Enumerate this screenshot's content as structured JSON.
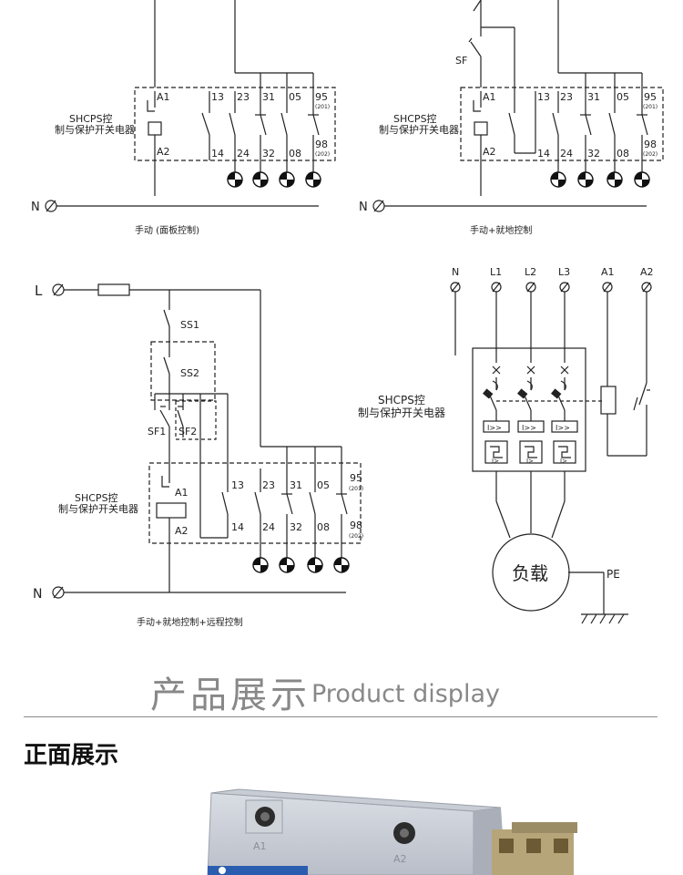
{
  "diagram1": {
    "device_label_1": "SHCPS控",
    "device_label_2": "制与保护开关电器",
    "terminal_a1": "A1",
    "terminal_a2": "A2",
    "contacts_top": [
      "13",
      "23",
      "31",
      "05",
      "95"
    ],
    "contacts_bottom": [
      "14",
      "24",
      "32",
      "08",
      "98"
    ],
    "sub_95": "(201)",
    "sub_98": "(202)",
    "neutral": "N",
    "caption": "手动  (面板控制)"
  },
  "diagram2": {
    "sf_label": "SF",
    "device_label_1": "SHCPS控",
    "device_label_2": "制与保护开关电器",
    "terminal_a1": "A1",
    "terminal_a2": "A2",
    "contacts_top": [
      "13",
      "23",
      "31",
      "05",
      "95"
    ],
    "contacts_bottom": [
      "14",
      "24",
      "32",
      "08",
      "98"
    ],
    "sub_95": "(201)",
    "sub_98": "(202)",
    "neutral": "N",
    "caption": "手动+就地控制"
  },
  "diagram3": {
    "line": "L",
    "ss1": "SS1",
    "ss2": "SS2",
    "sf1": "SF1",
    "sf2": "SF2",
    "device_label_1": "SHCPS控",
    "device_label_2": "制与保护开关电器",
    "terminal_a1": "A1",
    "terminal_a2": "A2",
    "contacts_top": [
      "13",
      "23",
      "31",
      "05",
      "95"
    ],
    "contacts_bottom": [
      "14",
      "24",
      "32",
      "08",
      "98"
    ],
    "sub_95": "(201)",
    "sub_98": "(202)",
    "neutral": "N",
    "caption": "手动+就地控制+远程控制"
  },
  "diagram4": {
    "terminals": [
      "N",
      "L1",
      "L2",
      "L3",
      "A1",
      "A2"
    ],
    "device_label_1": "SHCPS控",
    "device_label_2": "制与保护开关电器",
    "trip_label": "I>>",
    "overload_label": "I>",
    "load_label": "负载",
    "pe_label": "PE"
  },
  "section": {
    "title_cn": "产品展示",
    "title_en": "Product display",
    "subtitle": "正面展示"
  },
  "photo": {
    "label_a1": "A1",
    "label_a2": "A2"
  }
}
